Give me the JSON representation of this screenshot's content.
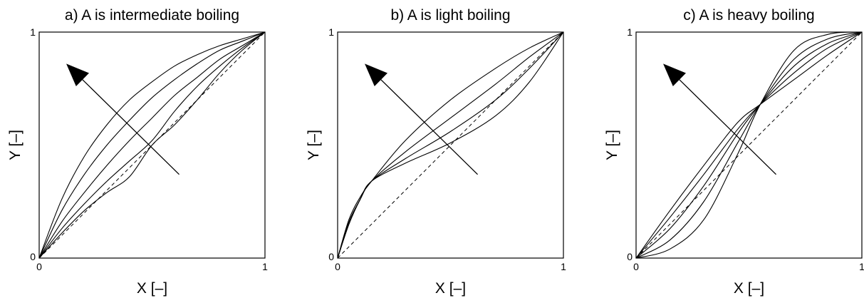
{
  "chart_data": [
    {
      "type": "line",
      "title": "a) A is intermediate boiling",
      "xlabel": "X [–]",
      "ylabel": "Y [–]",
      "xlim": [
        0,
        1
      ],
      "ylim": [
        0,
        1
      ],
      "xticks": [
        "0",
        "1"
      ],
      "yticks": [
        "0",
        "1"
      ],
      "grid": false,
      "reference_line": {
        "style": "dashed",
        "x": [
          0,
          1
        ],
        "y": [
          0,
          1
        ]
      },
      "series": [
        {
          "x": [
            0,
            0.1,
            0.2,
            0.3,
            0.4,
            0.5,
            0.6,
            0.7,
            0.8,
            0.9,
            1
          ],
          "y": [
            0,
            0.26,
            0.45,
            0.59,
            0.7,
            0.78,
            0.85,
            0.9,
            0.94,
            0.97,
            1
          ]
        },
        {
          "x": [
            0,
            0.1,
            0.2,
            0.3,
            0.4,
            0.5,
            0.6,
            0.7,
            0.8,
            0.9,
            1
          ],
          "y": [
            0,
            0.21,
            0.37,
            0.5,
            0.61,
            0.71,
            0.79,
            0.86,
            0.92,
            0.96,
            1
          ]
        },
        {
          "x": [
            0,
            0.1,
            0.2,
            0.3,
            0.4,
            0.5,
            0.6,
            0.7,
            0.8,
            0.9,
            1
          ],
          "y": [
            0,
            0.16,
            0.29,
            0.41,
            0.52,
            0.62,
            0.72,
            0.8,
            0.88,
            0.94,
            1
          ]
        },
        {
          "x": [
            0,
            0.1,
            0.2,
            0.3,
            0.4,
            0.5,
            0.6,
            0.7,
            0.8,
            0.9,
            1
          ],
          "y": [
            0,
            0.13,
            0.24,
            0.34,
            0.43,
            0.52,
            0.65,
            0.76,
            0.85,
            0.93,
            1
          ]
        },
        {
          "x": [
            0,
            0.1,
            0.2,
            0.3,
            0.4,
            0.5,
            0.6,
            0.7,
            0.8,
            0.9,
            1
          ],
          "y": [
            0,
            0.11,
            0.21,
            0.29,
            0.36,
            0.5,
            0.59,
            0.7,
            0.82,
            0.92,
            1
          ]
        }
      ],
      "arrow": {
        "from": [
          0.62,
          0.37
        ],
        "to": [
          0.12,
          0.86
        ],
        "head": "filled triangle"
      }
    },
    {
      "type": "line",
      "title": "b) A is light boiling",
      "xlabel": "X [–]",
      "ylabel": "Y [–]",
      "xlim": [
        0,
        1
      ],
      "ylim": [
        0,
        1
      ],
      "xticks": [
        "0",
        "1"
      ],
      "yticks": [
        "0",
        "1"
      ],
      "grid": false,
      "reference_line": {
        "style": "dashed",
        "x": [
          0,
          1
        ],
        "y": [
          0,
          1
        ]
      },
      "series": [
        {
          "x": [
            0,
            0.05,
            0.1,
            0.15,
            0.3,
            0.5,
            0.7,
            0.85,
            1
          ],
          "y": [
            0,
            0.17,
            0.27,
            0.34,
            0.52,
            0.7,
            0.84,
            0.93,
            1
          ]
        },
        {
          "x": [
            0,
            0.05,
            0.1,
            0.15,
            0.3,
            0.5,
            0.7,
            0.85,
            1
          ],
          "y": [
            0,
            0.16,
            0.26,
            0.34,
            0.47,
            0.62,
            0.77,
            0.89,
            1
          ]
        },
        {
          "x": [
            0,
            0.05,
            0.1,
            0.15,
            0.3,
            0.5,
            0.7,
            0.85,
            1
          ],
          "y": [
            0,
            0.15,
            0.26,
            0.34,
            0.44,
            0.56,
            0.7,
            0.84,
            1
          ]
        },
        {
          "x": [
            0,
            0.05,
            0.1,
            0.15,
            0.3,
            0.5,
            0.7,
            0.85,
            1
          ],
          "y": [
            0,
            0.15,
            0.26,
            0.34,
            0.42,
            0.51,
            0.63,
            0.78,
            1
          ]
        }
      ],
      "arrow": {
        "from": [
          0.62,
          0.37
        ],
        "to": [
          0.12,
          0.86
        ],
        "head": "filled triangle"
      }
    },
    {
      "type": "line",
      "title": "c) A is heavy boiling",
      "xlabel": "X [–]",
      "ylabel": "Y [–]",
      "xlim": [
        0,
        1
      ],
      "ylim": [
        0,
        1
      ],
      "xticks": [
        "0",
        "1"
      ],
      "yticks": [
        "0",
        "1"
      ],
      "grid": false,
      "reference_line": {
        "style": "dashed",
        "x": [
          0,
          1
        ],
        "y": [
          0,
          1
        ]
      },
      "series": [
        {
          "x": [
            0,
            0.15,
            0.3,
            0.45,
            0.55,
            0.7,
            0.85,
            1
          ],
          "y": [
            0,
            0.21,
            0.41,
            0.6,
            0.68,
            0.79,
            0.9,
            1
          ]
        },
        {
          "x": [
            0,
            0.15,
            0.3,
            0.45,
            0.55,
            0.7,
            0.85,
            1
          ],
          "y": [
            0,
            0.18,
            0.37,
            0.57,
            0.68,
            0.82,
            0.93,
            1
          ]
        },
        {
          "x": [
            0,
            0.15,
            0.3,
            0.45,
            0.55,
            0.7,
            0.85,
            1
          ],
          "y": [
            0,
            0.13,
            0.32,
            0.55,
            0.68,
            0.85,
            0.95,
            1
          ]
        },
        {
          "x": [
            0,
            0.15,
            0.3,
            0.45,
            0.55,
            0.7,
            0.85,
            1
          ],
          "y": [
            0,
            0.08,
            0.25,
            0.51,
            0.68,
            0.88,
            0.97,
            1
          ]
        },
        {
          "x": [
            0,
            0.15,
            0.3,
            0.45,
            0.55,
            0.7,
            0.85,
            1
          ],
          "y": [
            0,
            0.04,
            0.17,
            0.46,
            0.68,
            0.92,
            0.99,
            1
          ]
        }
      ],
      "arrow": {
        "from": [
          0.62,
          0.37
        ],
        "to": [
          0.12,
          0.86
        ],
        "head": "filled triangle"
      }
    }
  ]
}
